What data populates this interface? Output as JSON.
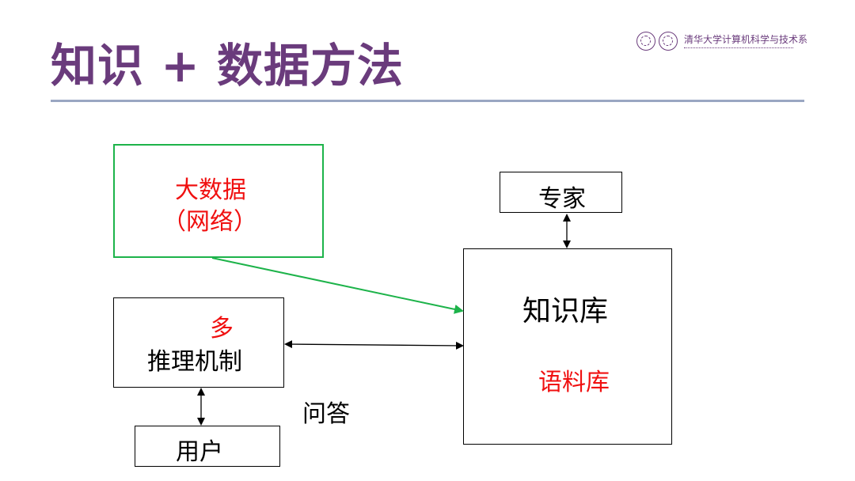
{
  "slide": {
    "title": "知识 + 数据方法",
    "logo": {
      "name": "清华大学计算机科学与技术系",
      "icon": "tsinghua-seal-icon"
    }
  },
  "diagram": {
    "big_data": {
      "line1": "大数据",
      "line2": "（网络）"
    },
    "expert": "专家",
    "knowledge_base": {
      "title": "知识库",
      "corpus": "语料库"
    },
    "reasoning": {
      "multi": "多",
      "label": "推理机制"
    },
    "qa": "问答",
    "user": "用户"
  },
  "colors": {
    "title": "#6a3b7c",
    "green": "#1db34a",
    "red": "#f01010",
    "rule": "#9aa7c2"
  }
}
